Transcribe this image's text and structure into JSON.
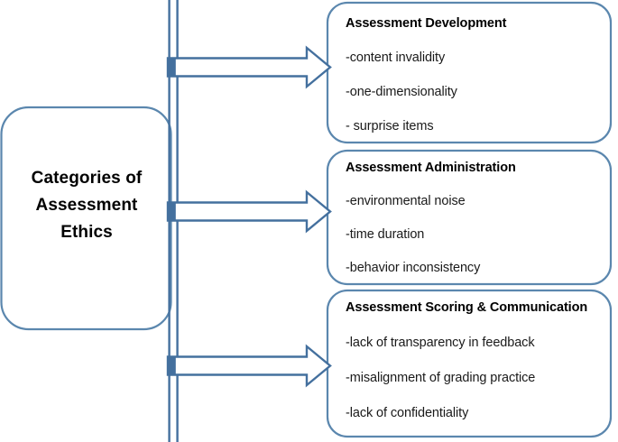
{
  "diagram": {
    "type": "flow-diagram",
    "root": {
      "name": "categories-of-assessment-ethics",
      "lines": [
        "Categories of",
        "Assessment",
        "Ethics"
      ],
      "full_text": "Categories of Assessment Ethics"
    },
    "branches": [
      {
        "id": "assessment-development",
        "title": "Assessment Development",
        "items": [
          "-content invalidity",
          "-one-dimensionality",
          "- surprise items"
        ]
      },
      {
        "id": "assessment-administration",
        "title": "Assessment Administration",
        "items": [
          "-environmental noise",
          "-time duration",
          "-behavior inconsistency"
        ]
      },
      {
        "id": "assessment-scoring-communication",
        "title": "Assessment Scoring & Communication",
        "items": [
          "-lack of transparency in feedback",
          "-misalignment of grading practice",
          "-lack of confidentiality"
        ]
      }
    ],
    "connectors": [
      {
        "name": "arrow-to-assessment-development",
        "from": "categories-of-assessment-ethics",
        "to": "assessment-development"
      },
      {
        "name": "arrow-to-assessment-administration",
        "from": "categories-of-assessment-ethics",
        "to": "assessment-administration"
      },
      {
        "name": "arrow-to-assessment-scoring",
        "from": "categories-of-assessment-ethics",
        "to": "assessment-scoring-communication"
      }
    ],
    "colors": {
      "box_border": "#5B87AE",
      "arrow_stroke": "#44709E",
      "arrow_fill_tail": "#44709E",
      "arrow_body_fill": "#FFFFFF",
      "box_fill": "#FFFFFF",
      "text": "#000000",
      "background": "#FFFFFF"
    }
  }
}
